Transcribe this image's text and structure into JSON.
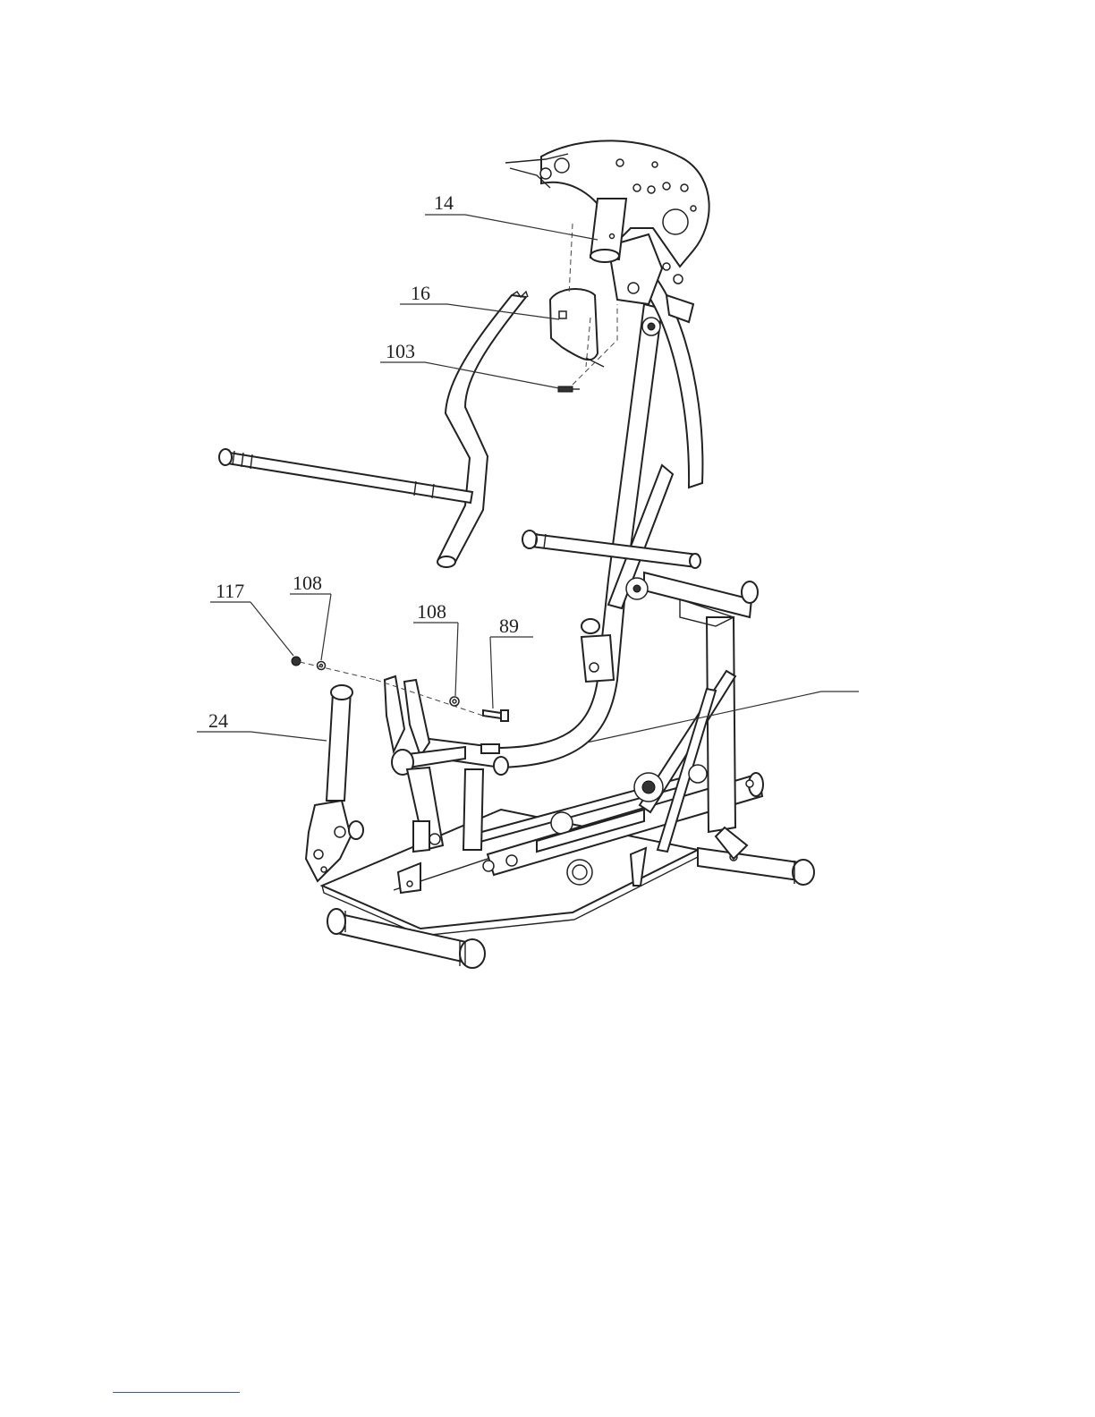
{
  "labels": {
    "part_14": "14",
    "part_16": "16",
    "part_103": "103",
    "part_117": "117",
    "part_108_left": "108",
    "part_108_right": "108",
    "part_89": "89",
    "part_24": "24"
  },
  "colors": {
    "line": "#222222",
    "background": "#ffffff",
    "footer_rule": "#3b5ba8"
  }
}
